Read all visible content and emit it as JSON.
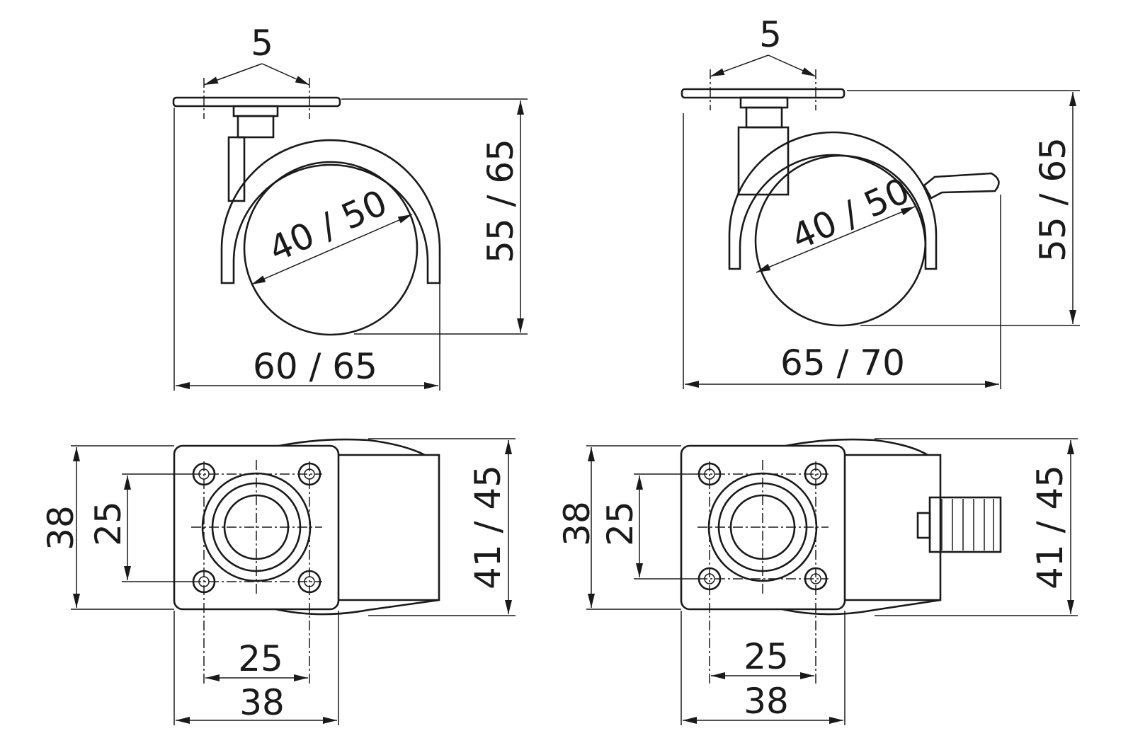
{
  "views": {
    "side_standard": {
      "plate_spacing": "5",
      "height": "55 / 65",
      "wheel_diameter": "40 / 50",
      "length": "60 / 65"
    },
    "side_brake": {
      "plate_spacing": "5",
      "height": "55 / 65",
      "wheel_diameter": "40 / 50",
      "length": "65 / 70"
    },
    "top_standard": {
      "plate_size": "38",
      "hole_spacing_v": "25",
      "width": "41 / 45",
      "hole_spacing_h": "25",
      "plate_width": "38"
    },
    "top_brake": {
      "plate_size": "38",
      "hole_spacing_v": "25",
      "width": "41 / 45",
      "hole_spacing_h": "25",
      "plate_width": "38"
    }
  }
}
